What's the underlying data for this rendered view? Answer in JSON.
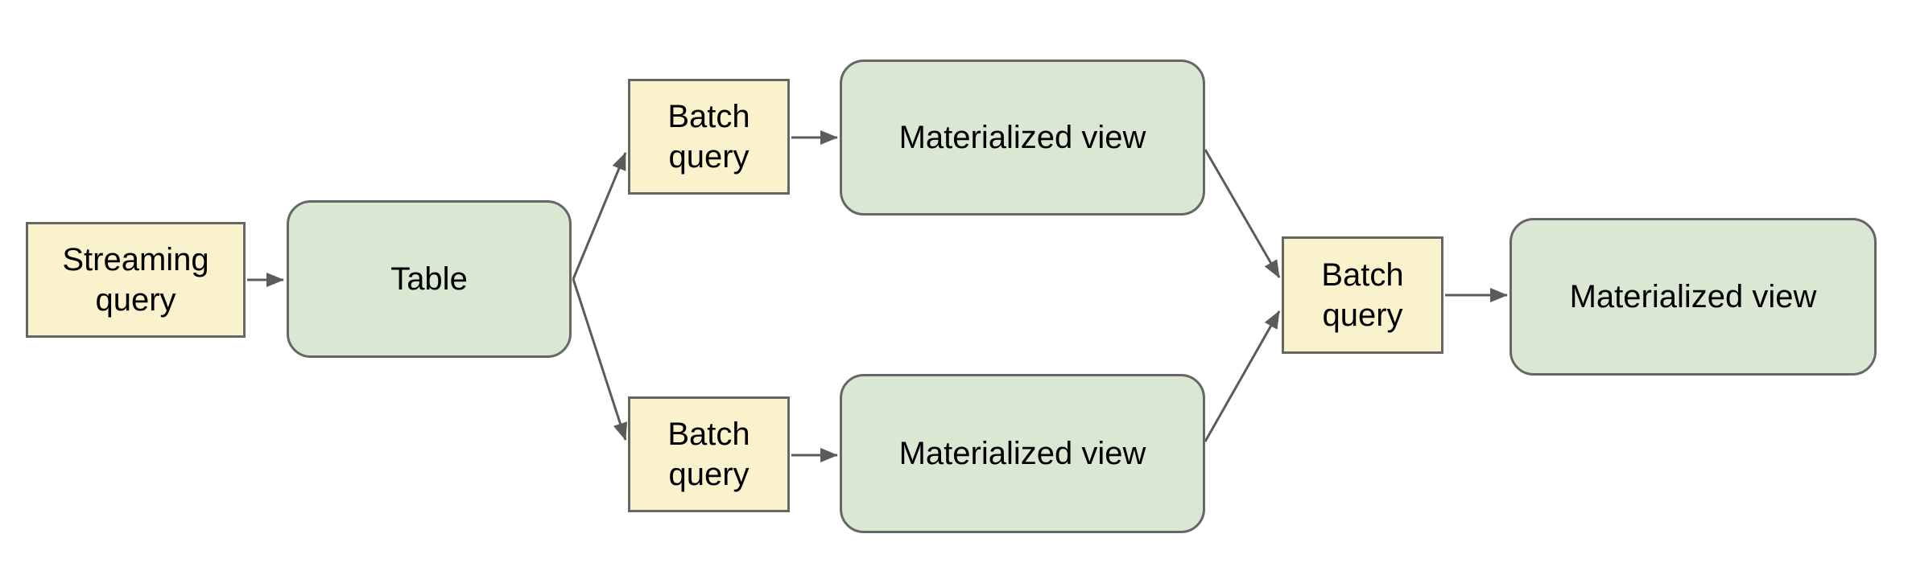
{
  "diagram": {
    "background": "#ffffff",
    "colors": {
      "query_fill": "#faf1cd",
      "view_fill": "#dae8d3",
      "node_border": "#666666",
      "arrow": "#5b5b5b",
      "text": "#000000"
    },
    "nodes": [
      {
        "id": "streaming-query",
        "label": "Streaming query",
        "shape": "rectangle",
        "fill": "#faf1cd"
      },
      {
        "id": "table",
        "label": "Table",
        "shape": "rounded",
        "fill": "#dae8d3"
      },
      {
        "id": "batch-query-top",
        "label": "Batch query",
        "shape": "rectangle",
        "fill": "#faf1cd"
      },
      {
        "id": "materialized-view-top",
        "label": "Materialized view",
        "shape": "rounded",
        "fill": "#dae8d3"
      },
      {
        "id": "batch-query-bottom",
        "label": "Batch query",
        "shape": "rectangle",
        "fill": "#faf1cd"
      },
      {
        "id": "materialized-view-bottom",
        "label": "Materialized view",
        "shape": "rounded",
        "fill": "#dae8d3"
      },
      {
        "id": "batch-query-center",
        "label": "Batch query",
        "shape": "rectangle",
        "fill": "#faf1cd"
      },
      {
        "id": "materialized-view-final",
        "label": "Materialized view",
        "shape": "rounded",
        "fill": "#dae8d3"
      }
    ],
    "edges": [
      {
        "from": "streaming-query",
        "to": "table"
      },
      {
        "from": "table",
        "to": "batch-query-top"
      },
      {
        "from": "table",
        "to": "batch-query-bottom"
      },
      {
        "from": "batch-query-top",
        "to": "materialized-view-top"
      },
      {
        "from": "batch-query-bottom",
        "to": "materialized-view-bottom"
      },
      {
        "from": "materialized-view-top",
        "to": "batch-query-center"
      },
      {
        "from": "materialized-view-bottom",
        "to": "batch-query-center"
      },
      {
        "from": "batch-query-center",
        "to": "materialized-view-final"
      }
    ]
  }
}
